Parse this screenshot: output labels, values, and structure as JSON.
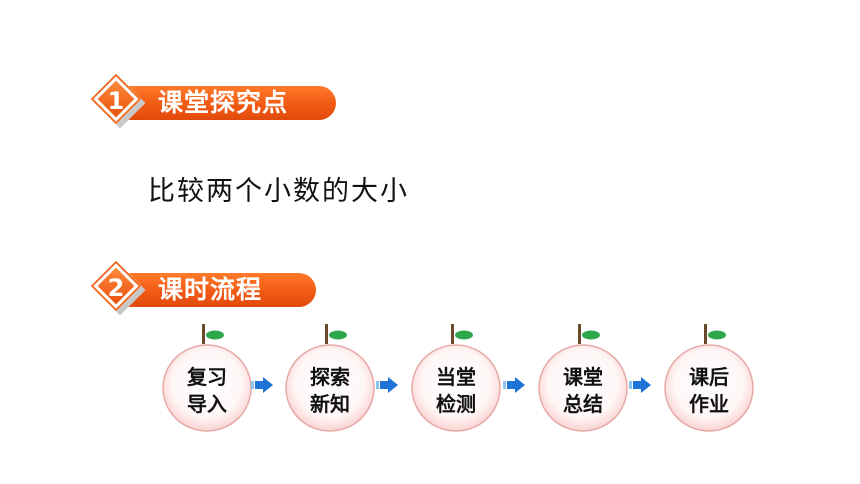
{
  "sections": [
    {
      "number": "1",
      "title": "课堂探究点"
    },
    {
      "number": "2",
      "title": "课时流程"
    }
  ],
  "topic": "比较两个小数的大小",
  "flow": [
    {
      "line1": "复习",
      "line2": "导入"
    },
    {
      "line1": "探索",
      "line2": "新知"
    },
    {
      "line1": "当堂",
      "line2": "检测"
    },
    {
      "line1": "课堂",
      "line2": "总结"
    },
    {
      "line1": "课后",
      "line2": "作业"
    }
  ],
  "colors": {
    "accent": "#f15a14",
    "arrow": "#1e73d6",
    "leaf": "#2ea64b",
    "fruit_edge": "#e23a2c"
  }
}
